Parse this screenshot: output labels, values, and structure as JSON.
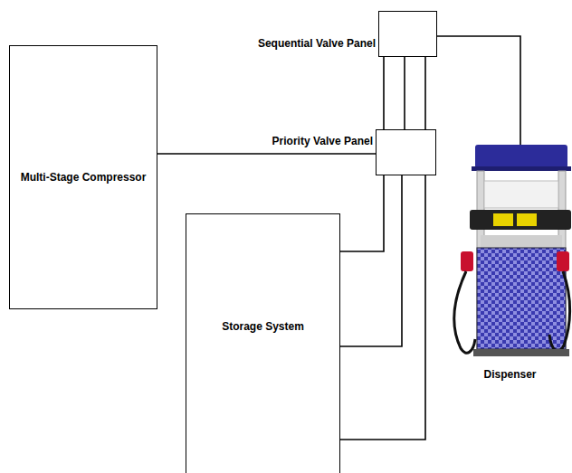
{
  "diagram": {
    "nodes": [
      {
        "text": [
          "Sequential Valve Panel"
        ]
      },
      {
        "text": [
          "Multi-Stage Compressor"
        ]
      },
      {
        "text": [
          "Priority Valve Panel"
        ]
      },
      {
        "text": [
          "Storage System"
        ]
      },
      {
        "text": [
          "Dispenser"
        ]
      }
    ],
    "edges": [
      {
        "from": 1,
        "to": 2,
        "arrow": "none"
      },
      {
        "from": 0,
        "to": 2,
        "arrow": "none"
      },
      {
        "from": 0,
        "to": 2,
        "arrow": "none"
      },
      {
        "from": 0,
        "to": 2,
        "arrow": "none"
      },
      {
        "from": 2,
        "to": 3,
        "arrow": "none"
      },
      {
        "from": 2,
        "to": 3,
        "arrow": "none"
      },
      {
        "from": 2,
        "to": 3,
        "arrow": "none"
      },
      {
        "from": 0,
        "to": 4,
        "arrow": "none"
      }
    ]
  }
}
